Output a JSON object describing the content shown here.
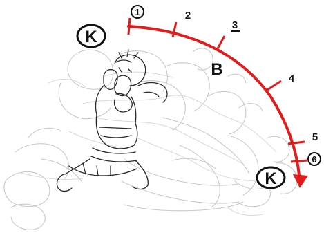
{
  "keyframe_start_label": "K",
  "keyframe_end_label": "K",
  "breakdown_label": "B",
  "frame_numbers": [
    "1",
    "2",
    "3",
    "4",
    "5",
    "6"
  ],
  "arc_color": "#e41b1b"
}
